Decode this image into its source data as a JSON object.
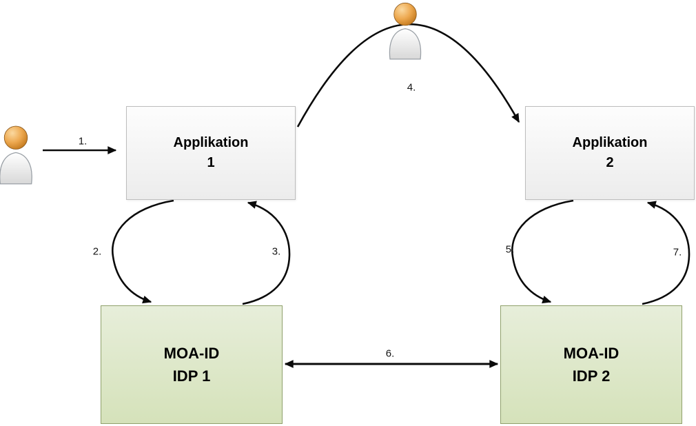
{
  "diagram": {
    "type": "identity-federation-flow",
    "nodes": {
      "app1": {
        "line1": "Applikation",
        "line2": "1"
      },
      "app2": {
        "line1": "Applikation",
        "line2": "2"
      },
      "idp1": {
        "line1": "MOA-ID",
        "line2": "IDP 1"
      },
      "idp2": {
        "line1": "MOA-ID",
        "line2": "IDP 2"
      }
    },
    "steps": {
      "s1": "1.",
      "s2": "2.",
      "s3": "3.",
      "s4": "4.",
      "s5": "5.",
      "s6": "6.",
      "s7": "7."
    },
    "icons": {
      "top": "user-icon",
      "left": "user-icon"
    },
    "colors": {
      "app_fill_top": "#fdfdfd",
      "app_fill_bottom": "#ececec",
      "app_border": "#bdbdbd",
      "idp_fill_top": "#e7eeda",
      "idp_fill_bottom": "#d5e2ba",
      "idp_border": "#8fa06b",
      "arrow": "#0a0a0a",
      "label_text": "#141414"
    }
  }
}
